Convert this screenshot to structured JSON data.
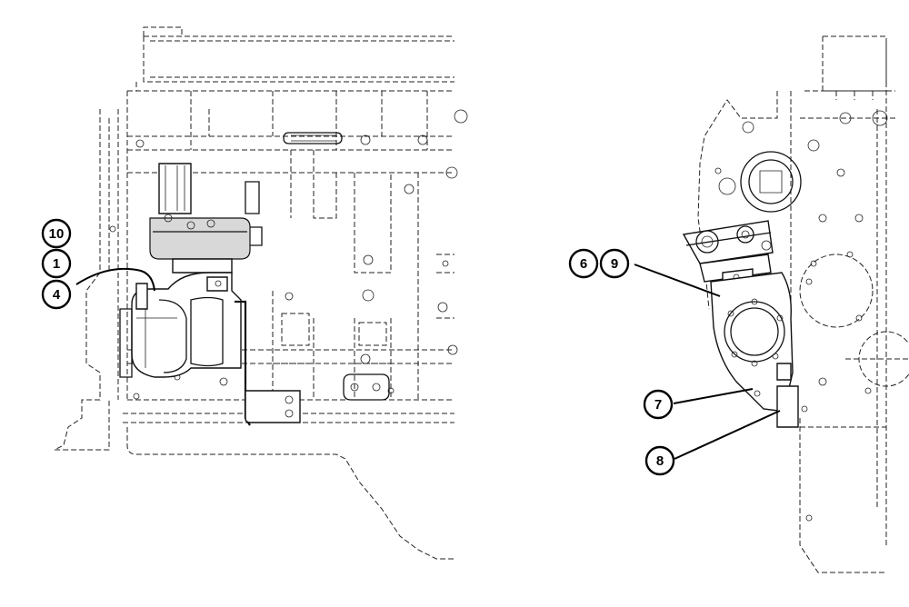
{
  "callouts": {
    "c10": "10",
    "c1": "1",
    "c4": "4",
    "c6": "6",
    "c9": "9",
    "c7": "7",
    "c8": "8"
  },
  "line_color": "#111111",
  "background_color": "#ffffff"
}
